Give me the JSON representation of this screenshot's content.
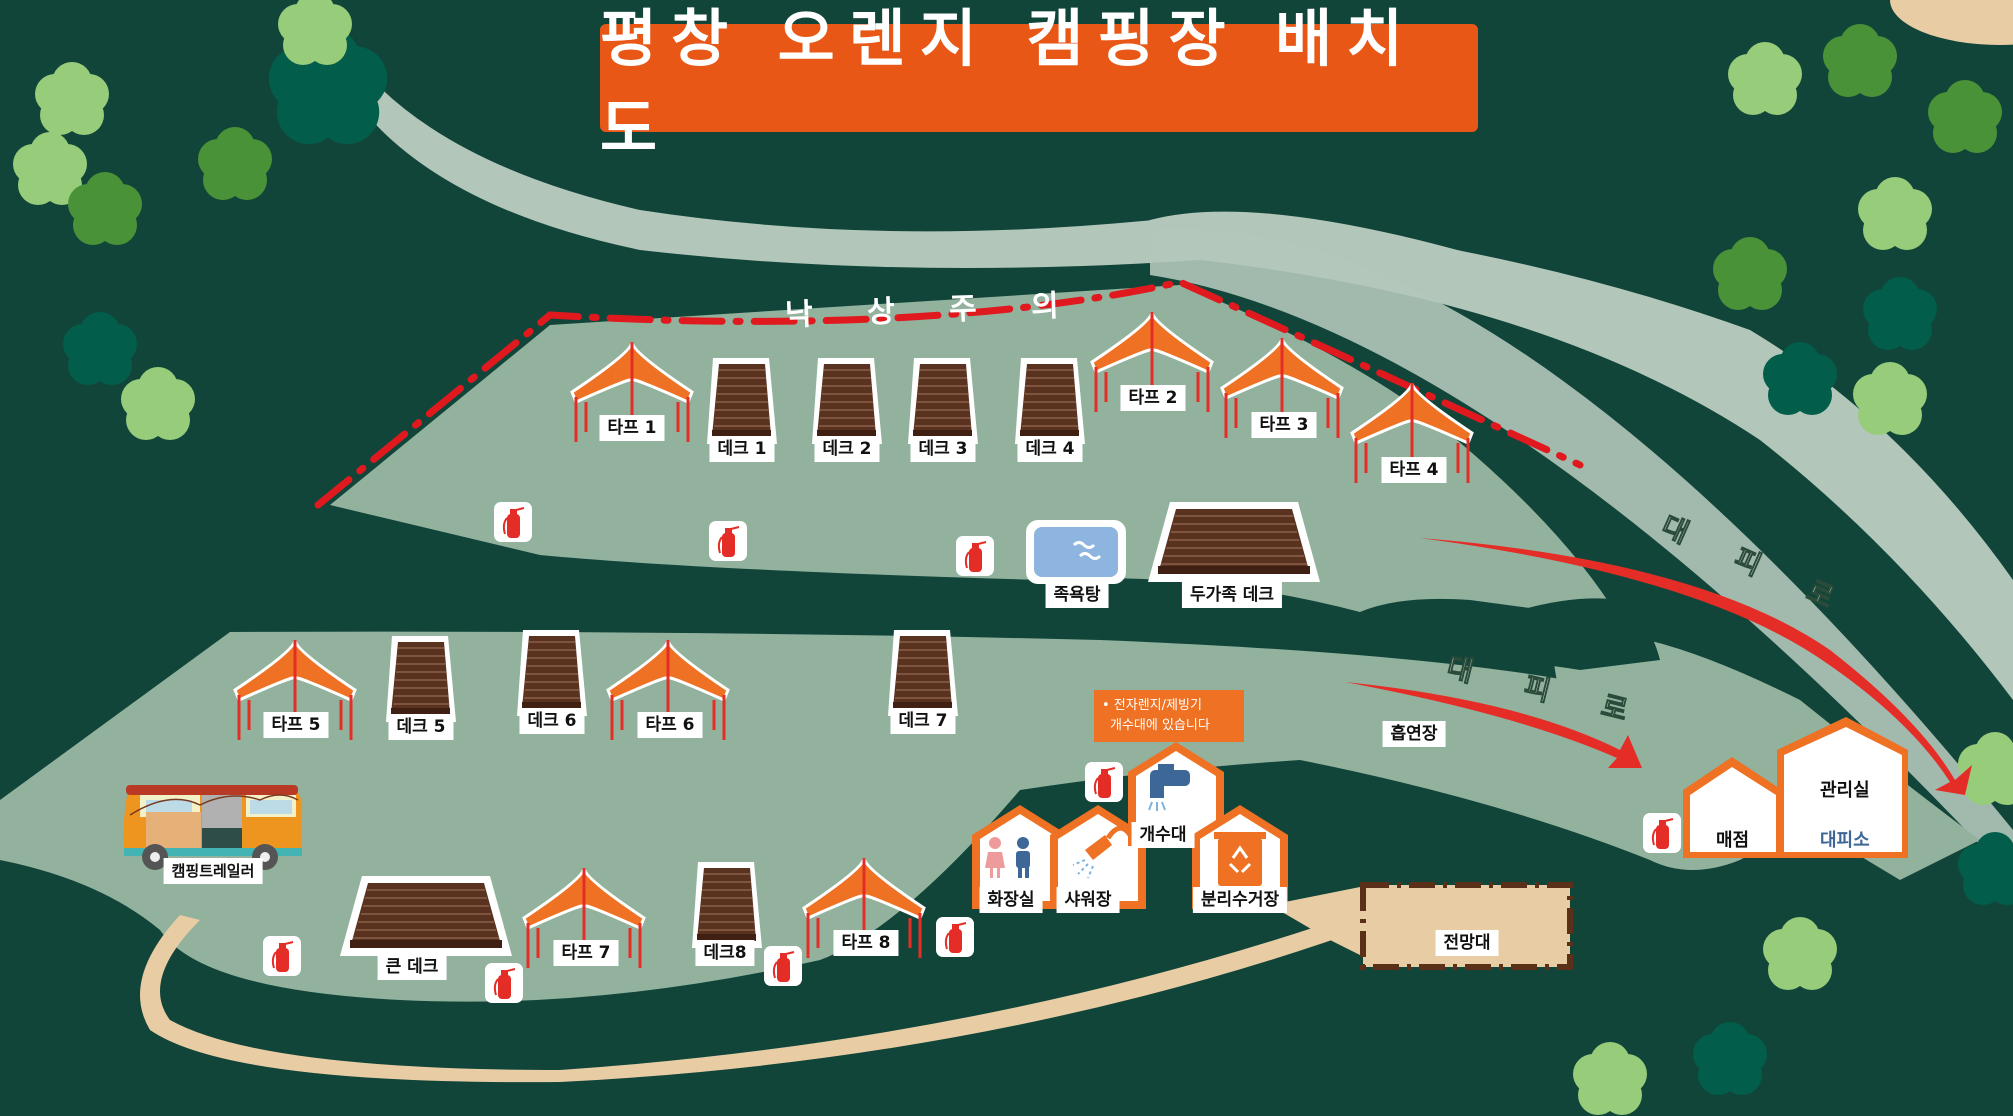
{
  "title": "평창 오렌지 캠핑장 배치도",
  "colors": {
    "background": "#12453a",
    "site_ground": "#92b29e",
    "road": "#b2c6ba",
    "title_bg": "#e85715",
    "tent_orange": "#ee7124",
    "deck_brown": "#5a3220",
    "evac_arrow": "#e52d27",
    "fall_warning_line": "#e0191f",
    "observatory_fill": "#e8cca4",
    "observatory_border": "#5a3019",
    "tree_light": "#97cc7b",
    "tree_mid": "#4a9238",
    "tree_dark": "#025d4b",
    "building_border": "#ee7124",
    "shelter_text": "#3c6796"
  },
  "warnings": {
    "falling_rocks": "낙 상 주 의"
  },
  "evacuation_routes": [
    {
      "label": "대 피 로"
    },
    {
      "label": "대 피 로"
    }
  ],
  "tarps": [
    {
      "label": "타프 1"
    },
    {
      "label": "타프 2"
    },
    {
      "label": "타프 3"
    },
    {
      "label": "타프 4"
    },
    {
      "label": "타프 5"
    },
    {
      "label": "타프 6"
    },
    {
      "label": "타프 7"
    },
    {
      "label": "타프 8"
    }
  ],
  "decks": [
    {
      "label": "데크 1"
    },
    {
      "label": "데크 2"
    },
    {
      "label": "데크 3"
    },
    {
      "label": "데크 4"
    },
    {
      "label": "데크 5"
    },
    {
      "label": "데크 6"
    },
    {
      "label": "데크 7"
    },
    {
      "label": "데크8"
    }
  ],
  "large_decks": {
    "family": "두가족 데크",
    "big": "큰 데크"
  },
  "facilities": {
    "footbath": "족욕탕",
    "trailer": "캠핑트레일러",
    "toilet": "화장실",
    "shower": "샤워장",
    "sink": "개수대",
    "recycling": "분리수거장",
    "smoking": "흡연장",
    "observatory": "전망대",
    "store": "매점",
    "office": "관리실",
    "shelter": "대피소"
  },
  "notice": {
    "line1": "• 전자렌지/제빙기",
    "line2": "개수대에 있습니다"
  },
  "icons": {
    "fire_extinguisher": "fire-extinguisher-icon",
    "footbath_water": "water-wave-icon",
    "toilet": "restroom-icon",
    "shower": "shower-icon",
    "sink": "faucet-icon",
    "recycling": "recycle-bin-icon"
  }
}
